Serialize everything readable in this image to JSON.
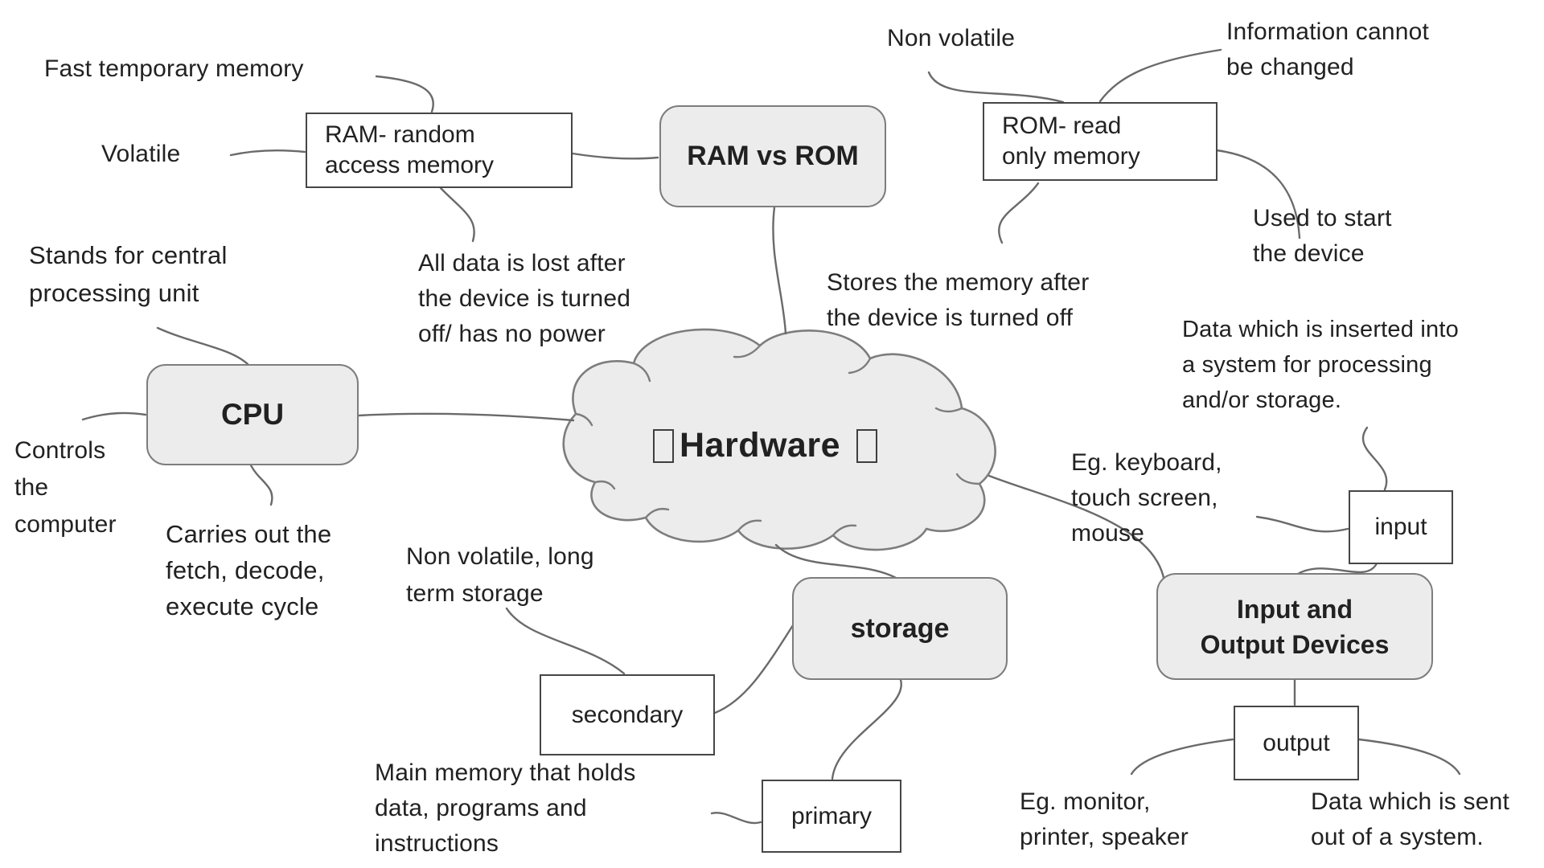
{
  "diagram": {
    "central": {
      "label": "Hardware"
    },
    "nodes": {
      "ram_vs_rom": {
        "label": "RAM vs ROM"
      },
      "ram": {
        "label": "RAM- random\naccess memory"
      },
      "rom": {
        "label": "ROM- read\nonly memory"
      },
      "cpu": {
        "label": "CPU"
      },
      "storage": {
        "label": "storage"
      },
      "io": {
        "label": "Input and\nOutput Devices"
      },
      "input": {
        "label": "input"
      },
      "output": {
        "label": "output"
      },
      "secondary": {
        "label": "secondary"
      },
      "primary": {
        "label": "primary"
      }
    },
    "annotations": {
      "fast_temp": {
        "text": "Fast temporary memory"
      },
      "volatile": {
        "text": "Volatile"
      },
      "all_data_lost": {
        "text": "All data is lost after\nthe device is turned\noff/ has no power"
      },
      "non_volatile_rom": {
        "text": "Non volatile"
      },
      "info_cannot": {
        "text": "Information cannot\nbe changed"
      },
      "used_to_start": {
        "text": "Used to start\nthe device"
      },
      "stores_memory": {
        "text": "Stores the memory after\nthe device is turned off"
      },
      "stands_for": {
        "text": "Stands for central\nprocessing unit"
      },
      "controls": {
        "text": "Controls\nthe\ncomputer"
      },
      "carries_out": {
        "text": "Carries out the\nfetch, decode,\nexecute cycle"
      },
      "non_volatile_storage": {
        "text": "Non volatile, long\nterm storage"
      },
      "main_memory": {
        "text": "Main memory that holds\ndata, programs and\ninstructions"
      },
      "data_inserted": {
        "text": "Data which is inserted into\na system for processing\nand/or storage."
      },
      "eg_keyboard": {
        "text": "Eg. keyboard,\ntouch screen,\nmouse"
      },
      "eg_monitor": {
        "text": "Eg. monitor,\nprinter, speaker"
      },
      "data_sent": {
        "text": "Data which is sent\nout of a system."
      }
    }
  },
  "colors": {
    "node_fill": "#ececec",
    "node_border": "#7d7d7d",
    "box_border": "#464646",
    "line": "#6a6a6a",
    "text": "#212121",
    "background": "#ffffff"
  }
}
